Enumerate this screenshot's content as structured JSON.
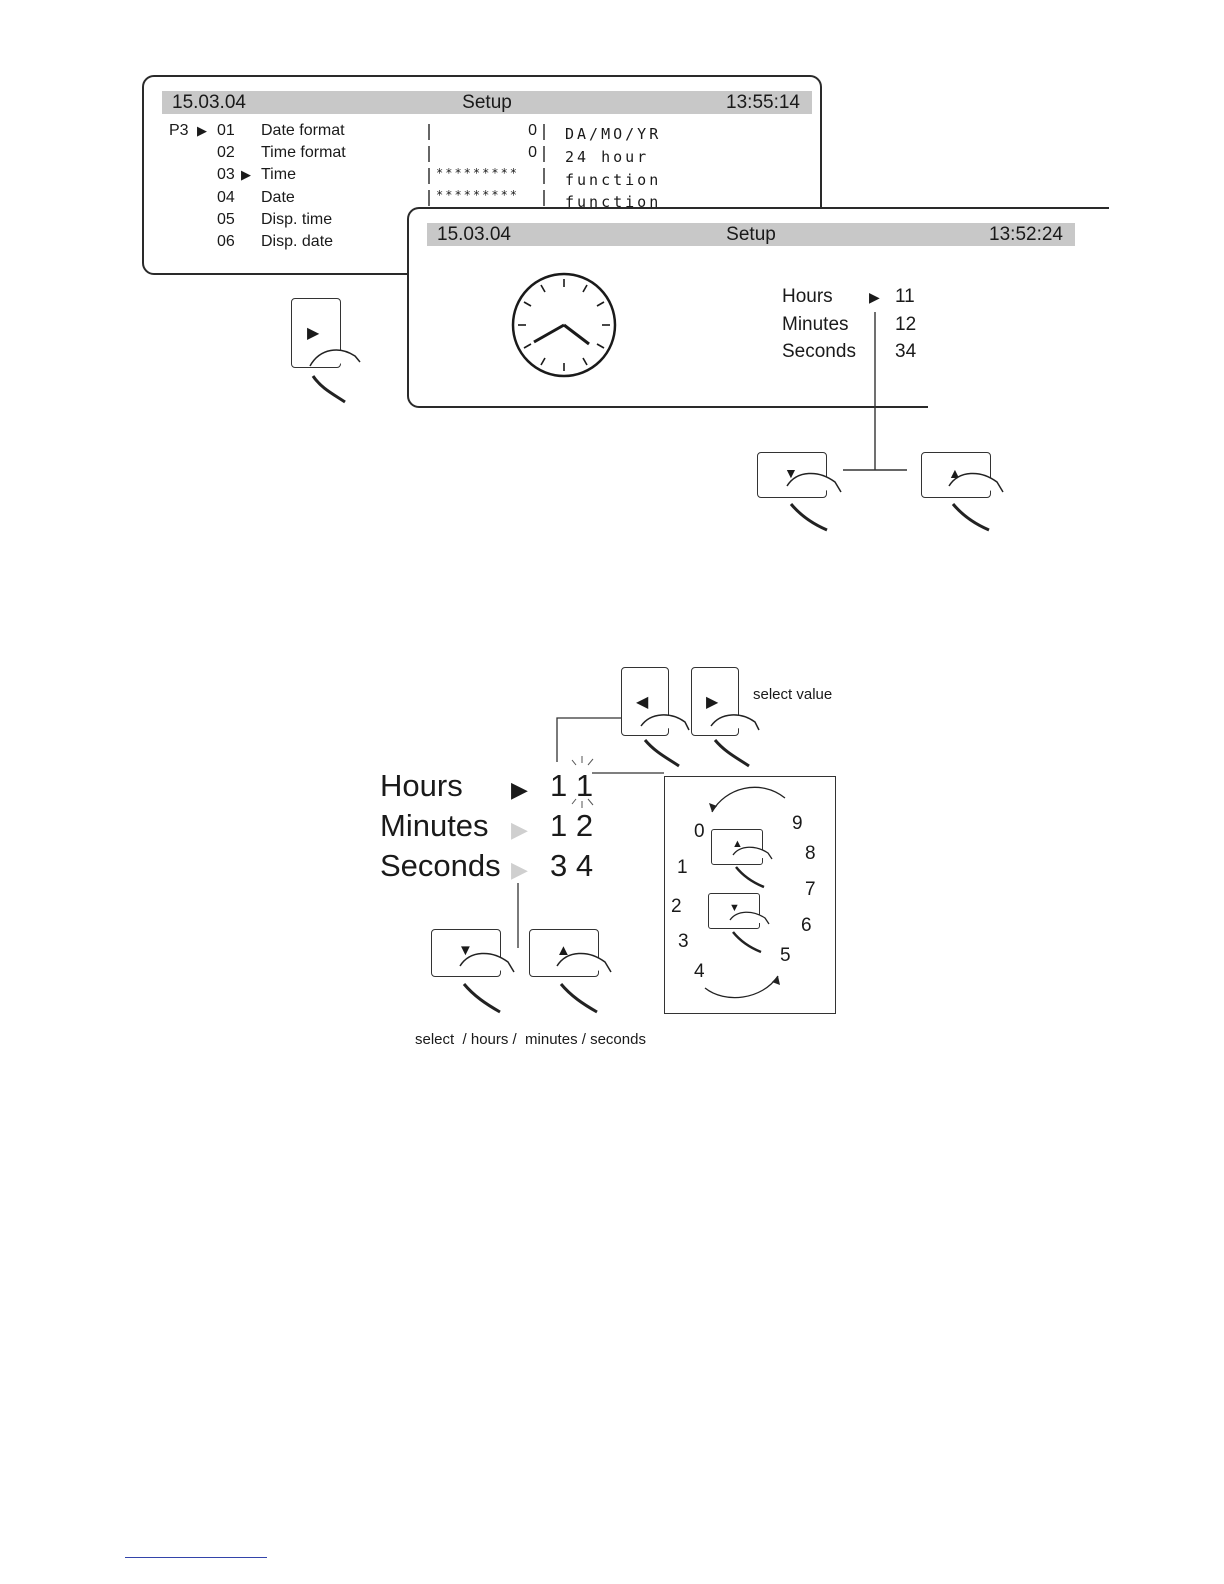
{
  "screen1": {
    "date": "15.03.04",
    "title": "Setup",
    "time": "13:55:14",
    "page": "P3",
    "rows": [
      {
        "num": "01",
        "label": "Date format",
        "value": "0",
        "option": "DA/MO/YR"
      },
      {
        "num": "02",
        "label": "Time format",
        "value": "0",
        "option": "24 hour"
      },
      {
        "num": "03",
        "label": "Time",
        "value": "*********",
        "option": "function"
      },
      {
        "num": "04",
        "label": "Date",
        "value": "*********",
        "option": "function"
      },
      {
        "num": "05",
        "label": "Disp. time"
      },
      {
        "num": "06",
        "label": "Disp. date"
      }
    ]
  },
  "screen2": {
    "date": "15.03.04",
    "title": "Setup",
    "time": "13:52:24",
    "fields": [
      {
        "label": "Hours",
        "value": "11"
      },
      {
        "label": "Minutes",
        "value": "12"
      },
      {
        "label": "Seconds",
        "value": "34"
      }
    ]
  },
  "detail": {
    "fields": [
      {
        "label": "Hours",
        "value": "1 1"
      },
      {
        "label": "Minutes",
        "value": "1 2"
      },
      {
        "label": "Seconds",
        "value": "3 4"
      }
    ],
    "select_value_caption": "select value",
    "select_field_caption": "select  / hours /  minutes / seconds",
    "digits": [
      "0",
      "1",
      "2",
      "3",
      "4",
      "5",
      "6",
      "7",
      "8",
      "9"
    ]
  },
  "glyphs": {
    "arrow_right": "▶",
    "arrow_left": "◀",
    "arrow_up": "▲",
    "arrow_down": "▼"
  }
}
